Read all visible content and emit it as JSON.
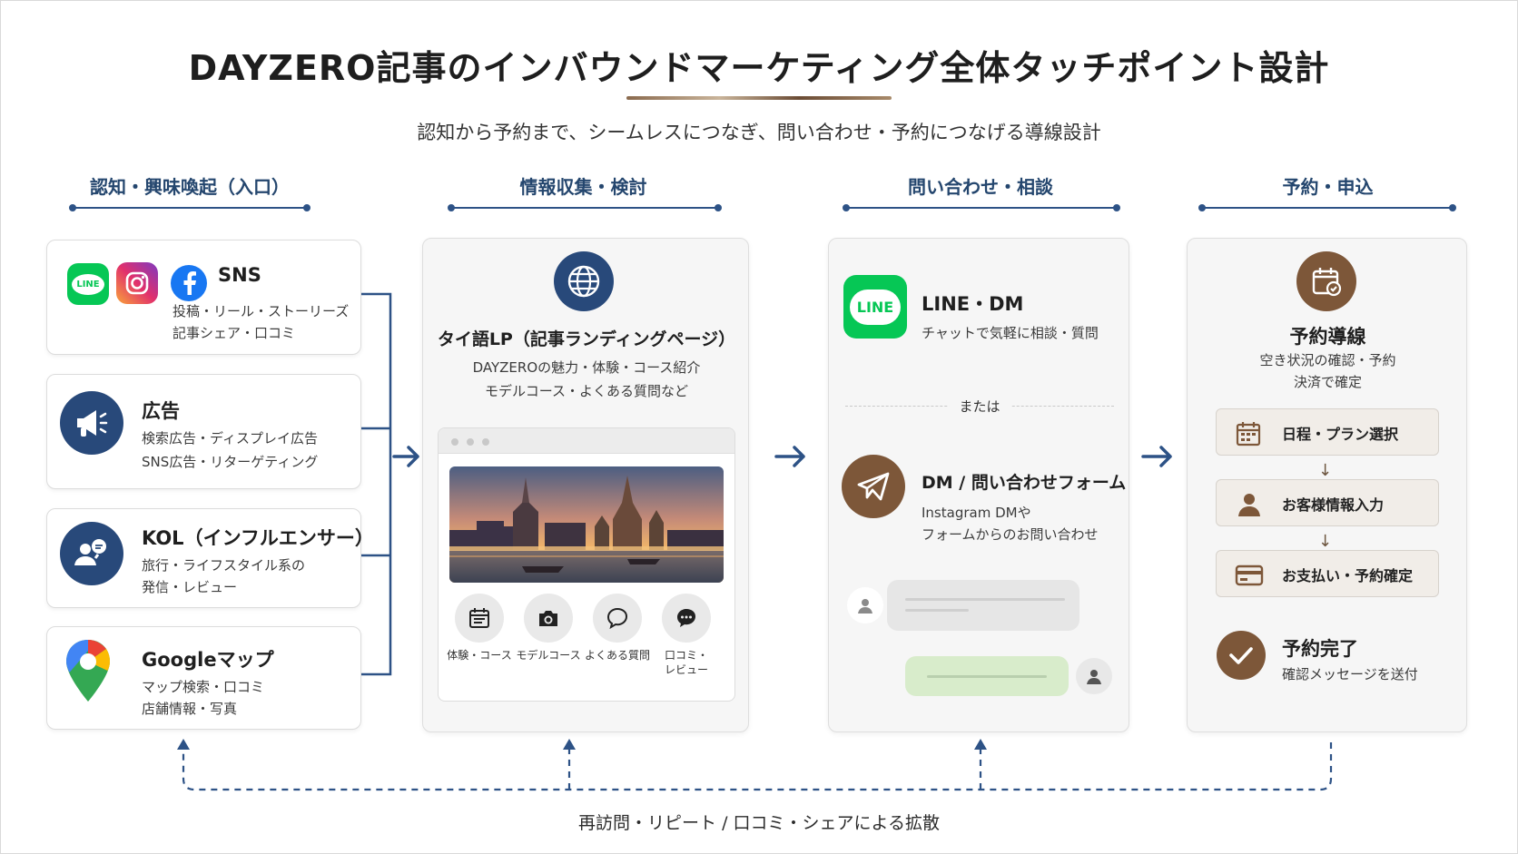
{
  "title": "DAYZERO記事のインバウンドマーケティング全体タッチポイント設計",
  "subtitle": "認知から予約まで、シームレスにつなぎ、問い合わせ・予約につなげる導線設計",
  "stages": [
    {
      "label": "認知・興味喚起（入口）"
    },
    {
      "label": "情報収集・検討"
    },
    {
      "label": "問い合わせ・相談"
    },
    {
      "label": "予約・申込"
    }
  ],
  "entry": {
    "sns": {
      "title": "SNS",
      "line1": "投稿・リール・ストーリーズ",
      "line2": "記事シェア・口コミ",
      "line_logo": "LINE"
    },
    "ads": {
      "title": "広告",
      "line1": "検索広告・ディスプレイ広告",
      "line2": "SNS広告・リターゲティング"
    },
    "kol": {
      "title": "KOL（インフルエンサー）",
      "line1": "旅行・ライフスタイル系の",
      "line2": "発信・レビュー"
    },
    "google": {
      "title": "Googleマップ",
      "line1": "マップ検索・口コミ",
      "line2": "店舗情報・写真"
    }
  },
  "research": {
    "title": "タイ語LP（記事ランディングページ）",
    "line1": "DAYZEROの魅力・体験・コース紹介",
    "line2": "モデルコース・よくある質問など",
    "features": [
      {
        "label": "体験・コース"
      },
      {
        "label": "モデルコース"
      },
      {
        "label": "よくある質問"
      },
      {
        "label": "口コミ・\nレビュー"
      }
    ]
  },
  "inquiry": {
    "line": {
      "logo": "LINE",
      "title": "LINE・DM",
      "desc": "チャットで気軽に相談・質問"
    },
    "or_label": "または",
    "form": {
      "title": "DM / 問い合わせフォーム",
      "line1": "Instagram DMや",
      "line2": "フォームからのお問い合わせ"
    }
  },
  "booking": {
    "title": "予約導線",
    "line1": "空き状況の確認・予約",
    "line2": "決済で確定",
    "steps": [
      {
        "label": "日程・プラン選択"
      },
      {
        "label": "お客様情報入力"
      },
      {
        "label": "お支払い・予約確定"
      }
    ],
    "down_arrow": "↓",
    "complete_title": "予約完了",
    "complete_desc": "確認メッセージを送付"
  },
  "loop_label": "再訪問・リピート / 口コミ・シェアによる拡散",
  "colors": {
    "navy": "#28497a",
    "brown": "#7d5739",
    "line_green": "#06c755",
    "step_bg": "#f1ede8"
  }
}
